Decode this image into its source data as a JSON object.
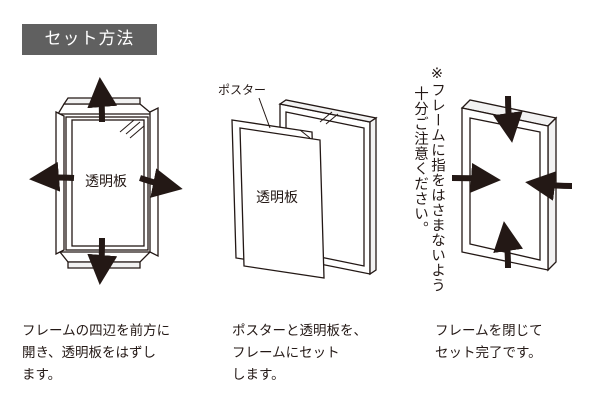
{
  "header": {
    "title": "セット方法"
  },
  "step1": {
    "panel_label": "透明板",
    "caption": [
      "フレームの四辺を前方に",
      "開き、透明板をはずし",
      "ます。"
    ]
  },
  "step2": {
    "poster_label": "ポスター",
    "panel_label": "透明板",
    "caption": [
      "ポスターと透明板を、",
      "フレームにセット",
      "します。"
    ]
  },
  "step3": {
    "caption": [
      "フレームを閉じて",
      "セット完了です。"
    ]
  },
  "note": {
    "line1": "※フレームに指をはさまないよう",
    "line2": "十分ご注意ください。"
  },
  "colors": {
    "header_bg": "#606060",
    "ink": "#231815"
  }
}
